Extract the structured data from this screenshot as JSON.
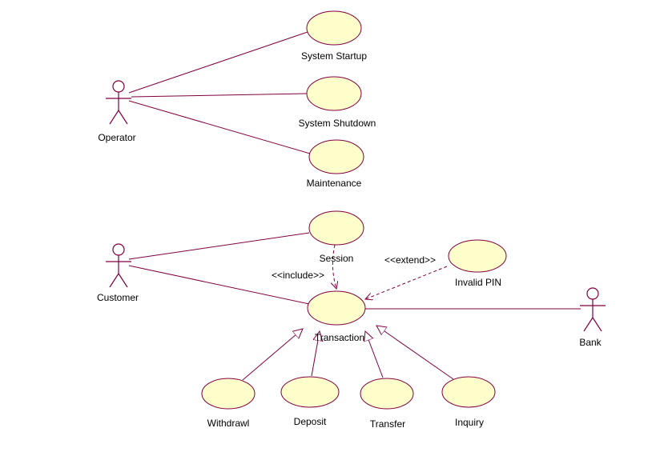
{
  "diagram": {
    "actors": {
      "operator": {
        "label": "Operator"
      },
      "customer": {
        "label": "Customer"
      },
      "bank": {
        "label": "Bank"
      }
    },
    "use_cases": {
      "system_startup": {
        "label": "System Startup"
      },
      "system_shutdown": {
        "label": "System Shutdown"
      },
      "maintenance": {
        "label": "Maintenance"
      },
      "session": {
        "label": "Session"
      },
      "invalid_pin": {
        "label": "Invalid PIN"
      },
      "transaction": {
        "label": "Transaction"
      },
      "withdrawl": {
        "label": "Withdrawl"
      },
      "deposit": {
        "label": "Deposit"
      },
      "transfer": {
        "label": "Transfer"
      },
      "inquiry": {
        "label": "Inquiry"
      }
    },
    "edge_labels": {
      "include": "<<include>>",
      "extend": "<<extend>>"
    },
    "relationships": [
      {
        "from": "Operator",
        "to": "System Startup",
        "type": "association"
      },
      {
        "from": "Operator",
        "to": "System Shutdown",
        "type": "association"
      },
      {
        "from": "Operator",
        "to": "Maintenance",
        "type": "association"
      },
      {
        "from": "Customer",
        "to": "Session",
        "type": "association"
      },
      {
        "from": "Customer",
        "to": "Transaction",
        "type": "association"
      },
      {
        "from": "Bank",
        "to": "Transaction",
        "type": "association"
      },
      {
        "from": "Session",
        "to": "Transaction",
        "type": "include"
      },
      {
        "from": "Invalid PIN",
        "to": "Transaction",
        "type": "extend"
      },
      {
        "from": "Withdrawl",
        "to": "Transaction",
        "type": "generalization"
      },
      {
        "from": "Deposit",
        "to": "Transaction",
        "type": "generalization"
      },
      {
        "from": "Transfer",
        "to": "Transaction",
        "type": "generalization"
      },
      {
        "from": "Inquiry",
        "to": "Transaction",
        "type": "generalization"
      }
    ],
    "colors": {
      "ellipse_fill": "#ffffcc",
      "stroke": "#800040",
      "text": "#000000",
      "background": "#ffffff"
    }
  }
}
